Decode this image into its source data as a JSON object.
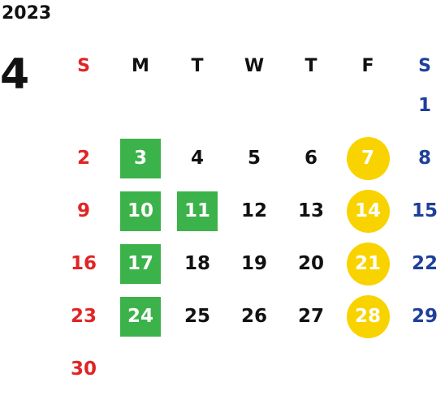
{
  "calendar": {
    "year": "2023",
    "month": "4",
    "weekdays": [
      "S",
      "M",
      "T",
      "W",
      "T",
      "F",
      "S"
    ],
    "colors": {
      "sunday": "#e02424",
      "saturday": "#1f3f9a",
      "highlight_square": "#3cb24a",
      "highlight_circle": "#f9d300"
    },
    "weeks": [
      [
        "",
        "",
        "",
        "",
        "",
        "",
        "1"
      ],
      [
        "2",
        "3",
        "4",
        "5",
        "6",
        "7",
        "8"
      ],
      [
        "9",
        "10",
        "11",
        "12",
        "13",
        "14",
        "15"
      ],
      [
        "16",
        "17",
        "18",
        "19",
        "20",
        "21",
        "22"
      ],
      [
        "23",
        "24",
        "25",
        "26",
        "27",
        "28",
        "29"
      ],
      [
        "30",
        "",
        "",
        "",
        "",
        "",
        ""
      ]
    ],
    "green_days": [
      "3",
      "10",
      "11",
      "17",
      "24"
    ],
    "yellow_days": [
      "7",
      "14",
      "21",
      "28"
    ]
  }
}
